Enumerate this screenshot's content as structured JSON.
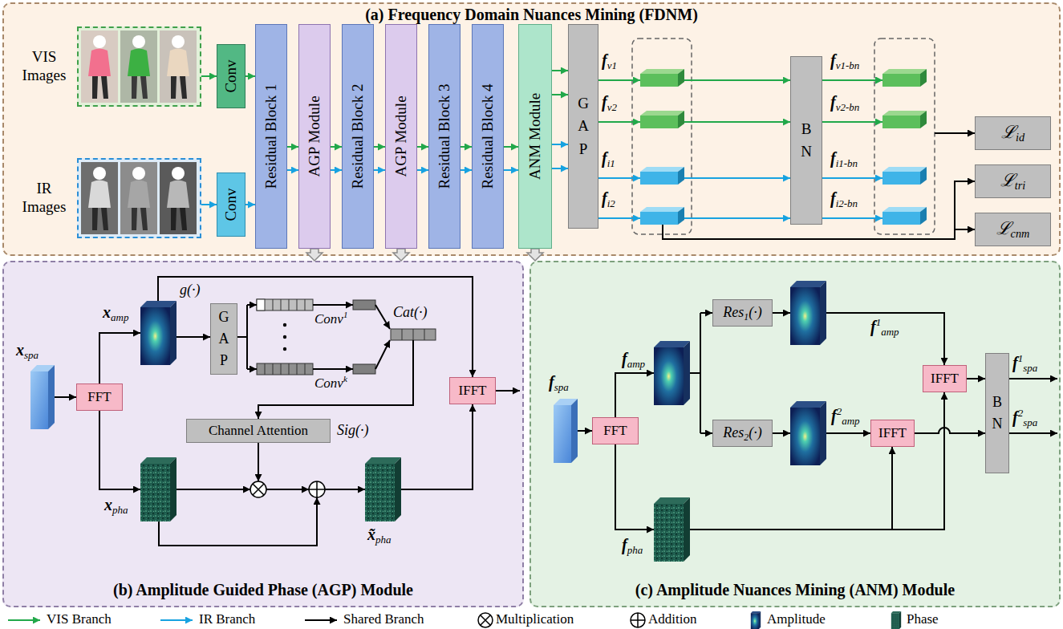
{
  "diagram": {
    "nodes": [
      {
        "text": [
          "(a) Frequency Domain Nuances Mining (FDNM)"
        ]
      },
      {
        "text": [
          "VIS Images"
        ],
        "in": 0
      },
      {
        "text": [
          "IR Images"
        ],
        "in": 0
      },
      {
        "text": [
          "Conv"
        ],
        "in": 0
      },
      {
        "text": [
          "Conv"
        ],
        "in": 0
      },
      {
        "text": [
          "Residual Block 1"
        ],
        "in": 0
      },
      {
        "text": [
          "AGP Module"
        ],
        "in": 0
      },
      {
        "text": [
          "Residual Block 2"
        ],
        "in": 0
      },
      {
        "text": [
          "AGP Module"
        ],
        "in": 0
      },
      {
        "text": [
          "Residual Block 3"
        ],
        "in": 0
      },
      {
        "text": [
          "Residual Block 4"
        ],
        "in": 0
      },
      {
        "text": [
          "ANM Module"
        ],
        "in": 0
      },
      {
        "text": [
          "G A P"
        ],
        "in": 0
      },
      {
        "text": [
          "B N"
        ],
        "in": 0
      },
      {
        "text": [
          "ℒid"
        ],
        "in": 0
      },
      {
        "text": [
          "ℒtri"
        ],
        "in": 0
      },
      {
        "text": [
          "ℒcnm"
        ],
        "in": 0
      },
      {
        "text": [
          "(b) Amplitude Guided Phase (AGP) Module"
        ]
      },
      {
        "text": [
          "G A P"
        ],
        "in": 17
      },
      {
        "text": [
          "Channel Attention"
        ],
        "in": 17
      },
      {
        "text": [
          "FFT"
        ],
        "in": 17
      },
      {
        "text": [
          "IFFT"
        ],
        "in": 17
      },
      {
        "text": [
          "(c) Amplitude Nuances Mining (ANM) Module"
        ]
      },
      {
        "text": [
          "FFT"
        ],
        "in": 22
      },
      {
        "text": [
          "Res1(·)"
        ],
        "in": 22
      },
      {
        "text": [
          "Res2(·)"
        ],
        "in": 22
      },
      {
        "text": [
          "IFFT"
        ],
        "in": 22
      },
      {
        "text": [
          "IFFT"
        ],
        "in": 22
      },
      {
        "text": [
          "B N"
        ],
        "in": 22
      }
    ],
    "edges": [
      {
        "from": 1,
        "to": 3,
        "arrow": "to"
      },
      {
        "from": 2,
        "to": 4,
        "arrow": "to"
      },
      {
        "from": 3,
        "to": 5,
        "arrow": "to"
      },
      {
        "from": 4,
        "to": 5,
        "arrow": "to"
      },
      {
        "from": 5,
        "to": 6,
        "arrow": "to"
      },
      {
        "from": 5,
        "to": 6,
        "arrow": "to"
      },
      {
        "from": 6,
        "to": 7,
        "arrow": "to"
      },
      {
        "from": 6,
        "to": 7,
        "arrow": "to"
      },
      {
        "from": 7,
        "to": 8,
        "arrow": "to"
      },
      {
        "from": 7,
        "to": 8,
        "arrow": "to"
      },
      {
        "from": 8,
        "to": 9,
        "arrow": "to"
      },
      {
        "from": 8,
        "to": 9,
        "arrow": "to"
      },
      {
        "from": 9,
        "to": 10,
        "arrow": "to"
      },
      {
        "from": 9,
        "to": 10,
        "arrow": "to"
      },
      {
        "from": 10,
        "to": 11,
        "arrow": "to"
      },
      {
        "from": 10,
        "to": 11,
        "arrow": "to"
      },
      {
        "from": 11,
        "to": 12,
        "arrow": "to"
      },
      {
        "from": 11,
        "to": 12,
        "arrow": "to"
      },
      {
        "from": 11,
        "to": 12,
        "arrow": "to"
      },
      {
        "from": 11,
        "to": 12,
        "arrow": "to"
      },
      {
        "from": 6,
        "to": 17,
        "arrow": "to"
      },
      {
        "from": 8,
        "to": 17,
        "arrow": "to"
      },
      {
        "from": 11,
        "to": 22,
        "arrow": "to"
      },
      {
        "from": 26,
        "to": 28,
        "arrow": "to"
      },
      {
        "from": 27,
        "to": 28,
        "arrow": "to"
      }
    ],
    "labels": [
      "fv1",
      "fv2",
      "fi1",
      "fi2",
      "fv1-bn",
      "fv2-bn",
      "fi1-bn",
      "fi2-bn",
      "xamp",
      "xpha",
      "xspa",
      "x̃pha",
      "g(·)",
      "Conv1",
      "Convk",
      "Cat(·)",
      "Sig(·)",
      "famp",
      "fspa",
      "fpha",
      "f1amp",
      "f2amp",
      "f1spa",
      "f2spa"
    ],
    "legend": [
      {
        "text": "VIS Branch"
      },
      {
        "text": "IR Branch"
      },
      {
        "text": "Shared Branch"
      },
      {
        "text": "Multiplication"
      },
      {
        "text": "Addition"
      },
      {
        "text": "Amplitude"
      },
      {
        "text": "Phase"
      }
    ]
  }
}
